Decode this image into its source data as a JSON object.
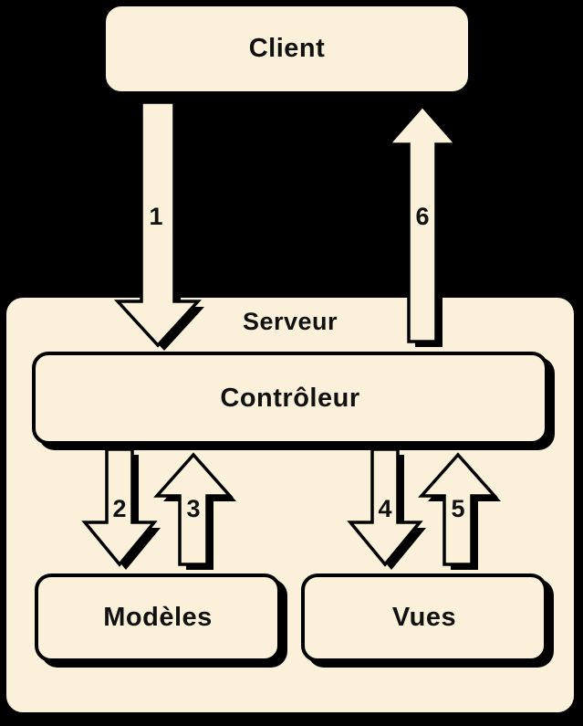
{
  "diagram": {
    "title_context": "MVC client-server diagram (French)",
    "colors": {
      "background": "#000000",
      "shape_fill": "#FBF0D9",
      "outline": "#000000",
      "text": "#111111"
    },
    "nodes": {
      "client": {
        "label": "Client"
      },
      "serveur": {
        "label": "Serveur"
      },
      "controleur": {
        "label": "Contrôleur"
      },
      "modeles": {
        "label": "Modèles"
      },
      "vues": {
        "label": "Vues"
      }
    },
    "arrows": [
      {
        "label": "1",
        "direction": "down",
        "from": "Client",
        "to": "Contrôleur"
      },
      {
        "label": "2",
        "direction": "down",
        "from": "Contrôleur",
        "to": "Modèles"
      },
      {
        "label": "3",
        "direction": "up",
        "from": "Modèles",
        "to": "Contrôleur"
      },
      {
        "label": "4",
        "direction": "down",
        "from": "Contrôleur",
        "to": "Vues"
      },
      {
        "label": "5",
        "direction": "up",
        "from": "Vues",
        "to": "Contrôleur"
      },
      {
        "label": "6",
        "direction": "up",
        "from": "Serveur",
        "to": "Client"
      }
    ]
  }
}
